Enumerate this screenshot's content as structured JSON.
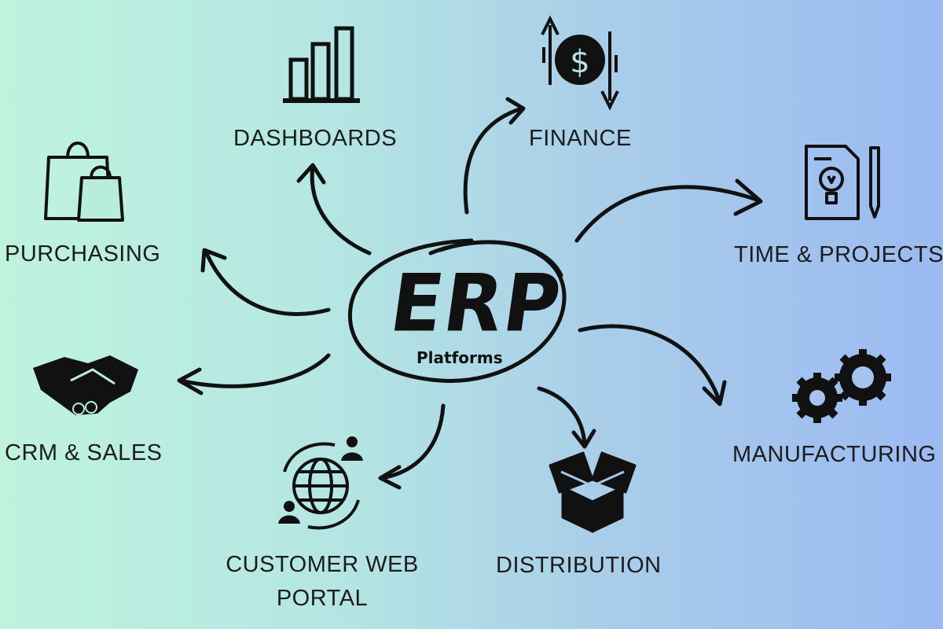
{
  "center": {
    "title": "ERP",
    "subtitle": "Platforms"
  },
  "modules": {
    "dashboards": "DASHBOARDS",
    "finance": "FINANCE",
    "purchasing": "PURCHASING",
    "time_projects": "TIME & PROJECTS",
    "crm_sales": "CRM & SALES",
    "manufacturing": "MANUFACTURING",
    "customer_portal_line1": "CUSTOMER WEB",
    "customer_portal_line2": "PORTAL",
    "distribution": "DISTRIBUTION"
  },
  "icons": {
    "dashboards": "bar-chart-icon",
    "finance": "dollar-exchange-icon",
    "purchasing": "shopping-bags-icon",
    "time_projects": "idea-document-icon",
    "crm_sales": "handshake-icon",
    "manufacturing": "gears-icon",
    "customer_portal": "globe-users-icon",
    "distribution": "open-box-icon"
  },
  "colors": {
    "ink": "#141414",
    "bg_left": "#bff3dd",
    "bg_right": "#9bbaf2"
  }
}
